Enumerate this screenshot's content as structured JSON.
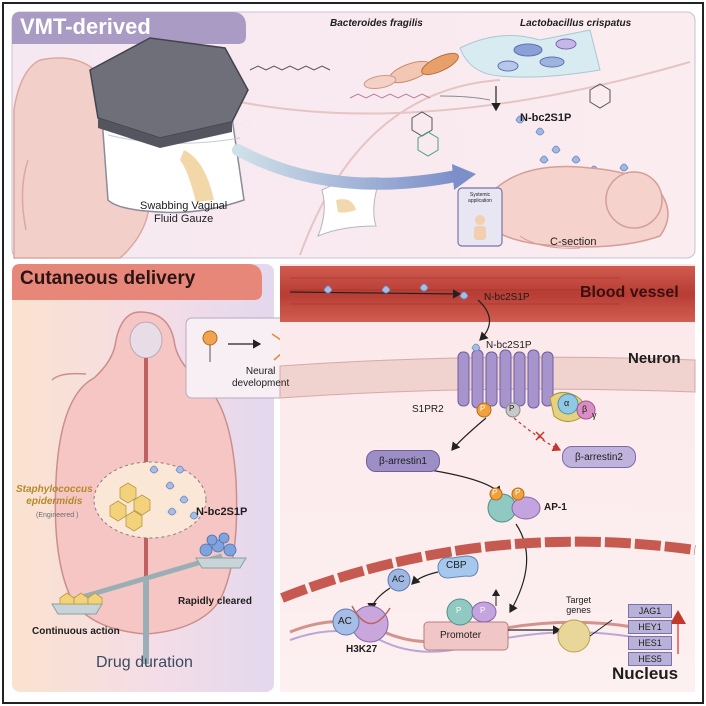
{
  "panel_top": {
    "title": "VMT-derived",
    "bacteria_1": "Bacteroides fragilis",
    "bacteria_2": "Lactobacillus crispatus",
    "molecule": "N-bc2S1P",
    "gauze": "Swabbing Vaginal\nFluid Gauze",
    "systemic": "Systemic\napplication",
    "csection": "C-section"
  },
  "panel_left": {
    "title": "Cutaneous delivery",
    "neural": "Neural\ndevelopment",
    "staph": "Staphylococcus\nepidermidis",
    "engineered": "(Engineered )",
    "molecule": "N-bc2S1P",
    "continuous": "Continuous action",
    "cleared": "Rapidly cleared",
    "duration": "Drug duration"
  },
  "panel_right": {
    "vessel_molecule": "N-bc2S1P",
    "blood_vessel": "Blood vessel",
    "neuron_molecule": "N-bc2S1P",
    "neuron": "Neuron",
    "receptor": "S1PR2",
    "p": "P",
    "alpha": "α",
    "beta": "β",
    "gamma": "γ",
    "arrestin1": "β-arrestin1",
    "arrestin2": "β-arrestin2",
    "ap1": "AP-1",
    "cbp": "CBP",
    "ac": "AC",
    "h3k27": "H3K27",
    "promoter": "Promoter",
    "target_genes": "Target\ngenes",
    "genes": [
      "JAG1",
      "HEY1",
      "HES1",
      "HES5"
    ],
    "nucleus": "Nucleus"
  },
  "colors": {
    "top_bg": "#f7e6ee",
    "title_tab": "#a99bc4",
    "left_bg": "#fbe6d7",
    "left_tab": "#e7877a",
    "vessel": "#c64a3f",
    "receptor": "#a794cc",
    "arrestin": "#9d8fc6",
    "ap1_teal": "#8fc9c2",
    "gene_box": "#b9b2d8"
  }
}
